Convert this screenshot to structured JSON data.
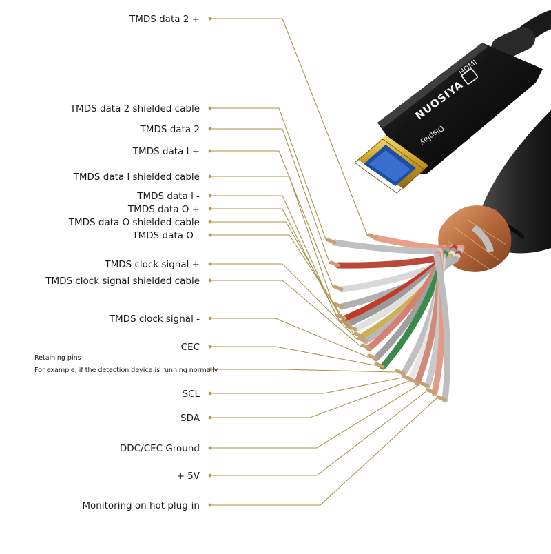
{
  "cable": {
    "brand": "NUOSIYA",
    "logo": "HDMI",
    "sub_text": "Display",
    "colors": {
      "connector_body": "#141414",
      "connector_metal": "#d6b43a",
      "connector_tongue": "#2a52a8",
      "braid": "#b86a3c",
      "jacket": "#2b2b2b",
      "leader_line": "#a8924a"
    }
  },
  "pins": [
    {
      "label": "TMDS data 2 +"
    },
    {
      "label": "TMDS data 2 shielded cable"
    },
    {
      "label": "TMDS data 2"
    },
    {
      "label": "TMDS data l +"
    },
    {
      "label": "TMDS data l shielded cable"
    },
    {
      "label": "TMDS data l -"
    },
    {
      "label": "TMDS data O +"
    },
    {
      "label": "TMDS data O shielded cable"
    },
    {
      "label": "TMDS data O -"
    },
    {
      "label": "TMDS clock signal +"
    },
    {
      "label": "TMDS clock signal  shielded cable"
    },
    {
      "label": "TMDS clock signal -"
    },
    {
      "label": "CEC"
    },
    {
      "label": ""
    },
    {
      "label": "SCL"
    },
    {
      "label": "SDA"
    },
    {
      "label": "DDC/CEC Ground"
    },
    {
      "label": "+ 5V"
    },
    {
      "label": "Monitoring on hot plug-in"
    }
  ],
  "note": {
    "line1": "Retaining pins",
    "line2": "For example, if the detection device is running normally"
  }
}
